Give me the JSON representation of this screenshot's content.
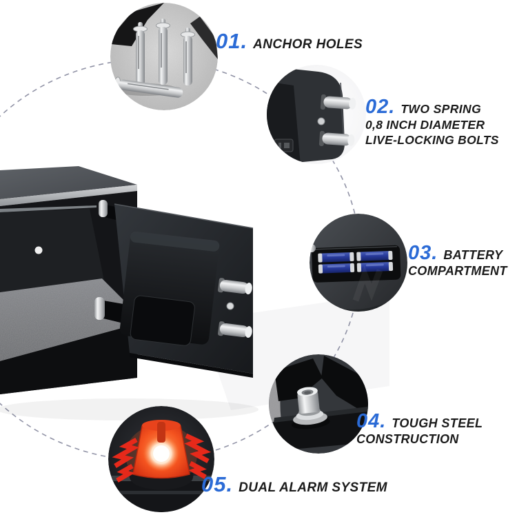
{
  "colors": {
    "accent_blue": "#2b6bd6",
    "text": "#1b1b1b",
    "dash_line": "#9193a6",
    "alarm_red": "#e6291a",
    "safe_body": "#2c2f33",
    "chrome": "#d8dadc",
    "battery_blue": "#2b3f9e"
  },
  "features": [
    {
      "number": "01.",
      "lines": [
        "ANCHOR HOLES"
      ]
    },
    {
      "number": "02.",
      "lines": [
        "TWO SPRING",
        "0,8 INCH DIAMETER",
        "LIVE-LOCKING BOLTS"
      ]
    },
    {
      "number": "03.",
      "lines": [
        "BATTERY",
        "COMPARTMENT"
      ]
    },
    {
      "number": "04.",
      "lines": [
        "TOUGH STEEL",
        "CONSTRUCTION"
      ]
    },
    {
      "number": "05.",
      "lines": [
        "DUAL ALARM SYSTEM"
      ]
    }
  ]
}
